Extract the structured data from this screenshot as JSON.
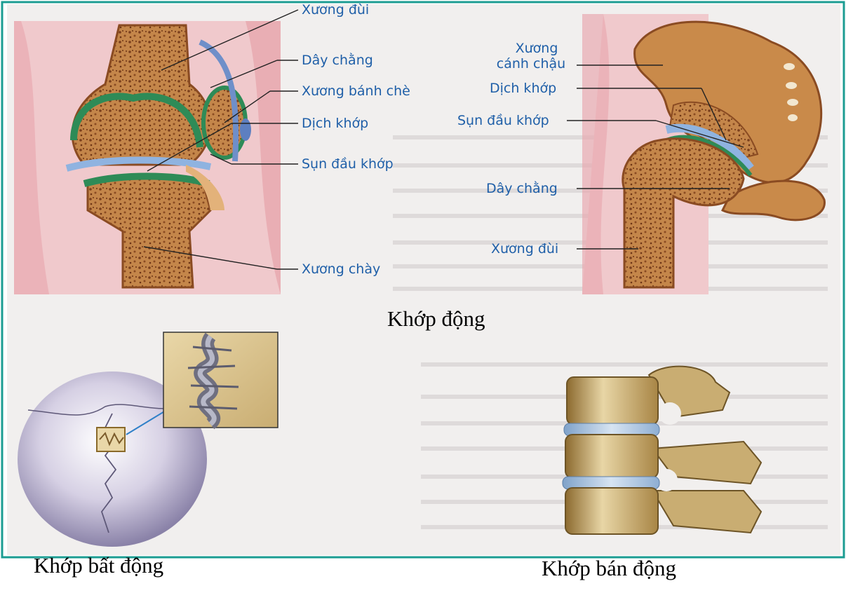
{
  "knee_labels": {
    "femur": "Xương đùi",
    "ligament": "Dây chằng",
    "patella": "Xương bánh chè",
    "synovial": "Dịch khớp",
    "cartilage": "Sụn đầu khớp",
    "tibia": "Xương chày"
  },
  "hip_labels": {
    "ilium_line1": "Xương",
    "ilium_line2": "cánh chậu",
    "synovial": "Dịch khớp",
    "cartilage": "Sụn đầu khớp",
    "ligament": "Dây chằng",
    "femur": "Xương đùi"
  },
  "captions": {
    "movable": "Khớp động",
    "immovable": "Khớp bất động",
    "semi_movable": "Khớp bán động"
  },
  "colors": {
    "frame": "#1b9c92",
    "label": "#1f5fa8",
    "bone": "#c98a4a",
    "cartilage": "#2e8b57",
    "fluid": "#8fb3e0",
    "flesh": "#f2c2c8"
  }
}
